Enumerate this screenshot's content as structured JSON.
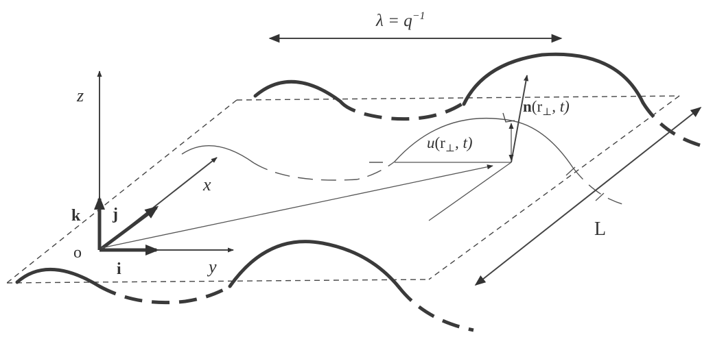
{
  "labels": {
    "wavelength": "λ = q",
    "wavelength_exponent": "−1",
    "axis_z": "z",
    "axis_x": "x",
    "axis_y": "y",
    "unit_k": "k",
    "unit_j": "j",
    "unit_i": "i",
    "origin": "o",
    "normal_bold": "n",
    "normal_args": "(r",
    "normal_sub": "⊥",
    "normal_tail": ", t)",
    "disp_func": "u",
    "disp_args": "(r",
    "disp_sub": "⊥",
    "disp_tail": ", t)",
    "length": "L"
  },
  "colors": {
    "ink": "#333333",
    "background": "#ffffff"
  }
}
